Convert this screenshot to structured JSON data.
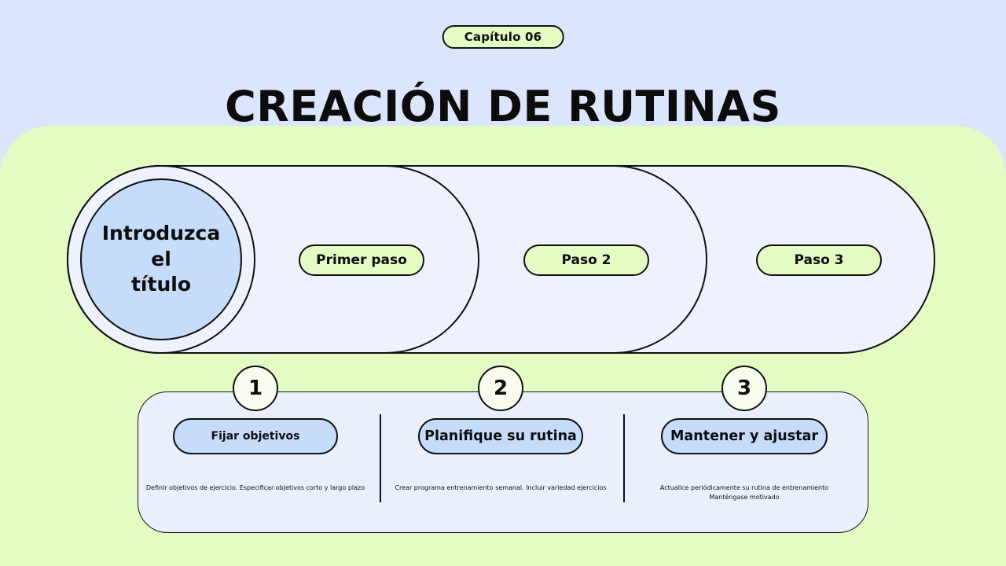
{
  "badge": {
    "label": "Capítulo 06"
  },
  "title": "CREACIÓN DE RUTINAS",
  "pipeline": {
    "intro": "Introduzca\nel\ntítulo",
    "steps": [
      {
        "label": "Primer paso"
      },
      {
        "label": "Paso 2"
      },
      {
        "label": "Paso 3"
      }
    ]
  },
  "panel": {
    "columns": [
      {
        "number": "1",
        "pill": "Fijar objetivos",
        "description": "Definir objetivos de ejercicio. Especificar objetivos corto y largo plazo"
      },
      {
        "number": "2",
        "pill": "Planifique su rutina",
        "description": "Crear programa entrenamiento semanal. Incluir variedad ejercicios"
      },
      {
        "number": "3",
        "pill": "Mantener y ajustar",
        "description": "Actualice periódicamente su rutina de entrenamiento\nManténgase motivado"
      }
    ]
  },
  "colors": {
    "top_background": "#dbe5fc",
    "green_background": "#e5fbc4",
    "pipeline_fill": "#edf2fc",
    "panel_fill": "#e9effb",
    "blue_fill": "#c5dcfb",
    "outline": "#111111"
  }
}
